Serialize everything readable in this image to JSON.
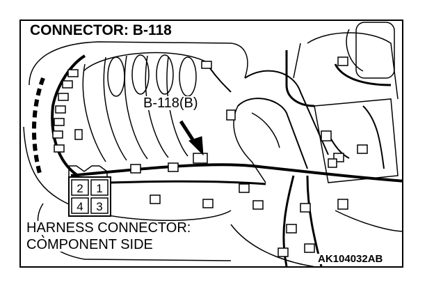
{
  "title": "CONNECTOR: B-118",
  "callout": "B-118(B)",
  "harness_line1": "HARNESS CONNECTOR:",
  "harness_line2": "COMPONENT SIDE",
  "figure_code": "AK104032AB",
  "connector_pins": [
    "2",
    "1",
    "4",
    "3"
  ]
}
